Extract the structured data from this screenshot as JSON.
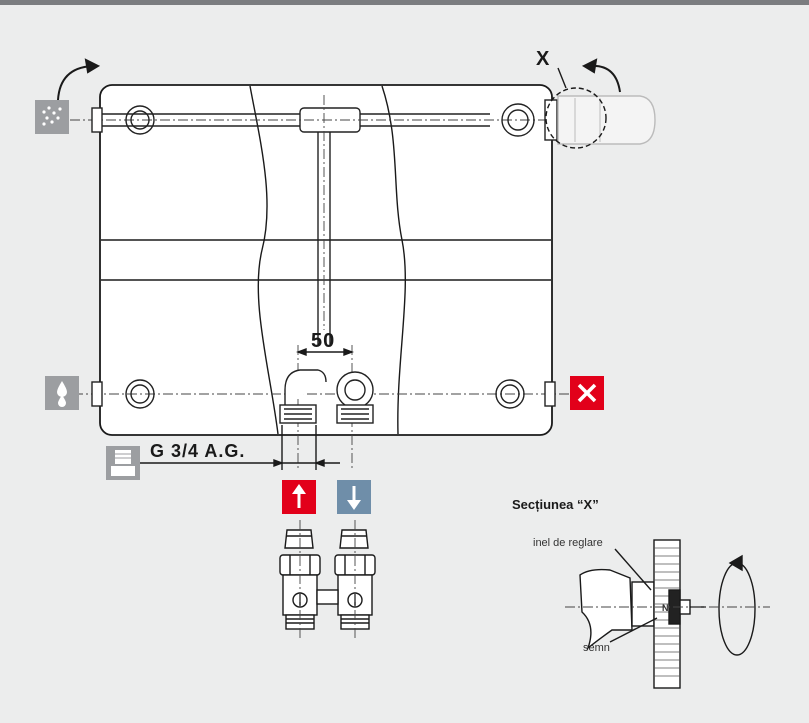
{
  "labels": {
    "x_marker": "X",
    "dimension_50": "50",
    "thread_size": "G 3/4 A.G.",
    "section_title": "Secțiunea “X”",
    "ring_label": "inel de reglare",
    "mark_label": "semn",
    "scale_n": "N"
  },
  "icons": {
    "vent": "air-vent-icon",
    "drain": "water-drop-icon",
    "closed": "close-icon",
    "thread": "thread-fitting-icon",
    "flow_up": "arrow-up-icon",
    "flow_down": "arrow-down-icon"
  },
  "colors": {
    "background": "#eceded",
    "icon_gray": "#9c9ea1",
    "red": "#e2001a",
    "blue": "#6f8ea9",
    "topbar": "#7b7d80"
  }
}
